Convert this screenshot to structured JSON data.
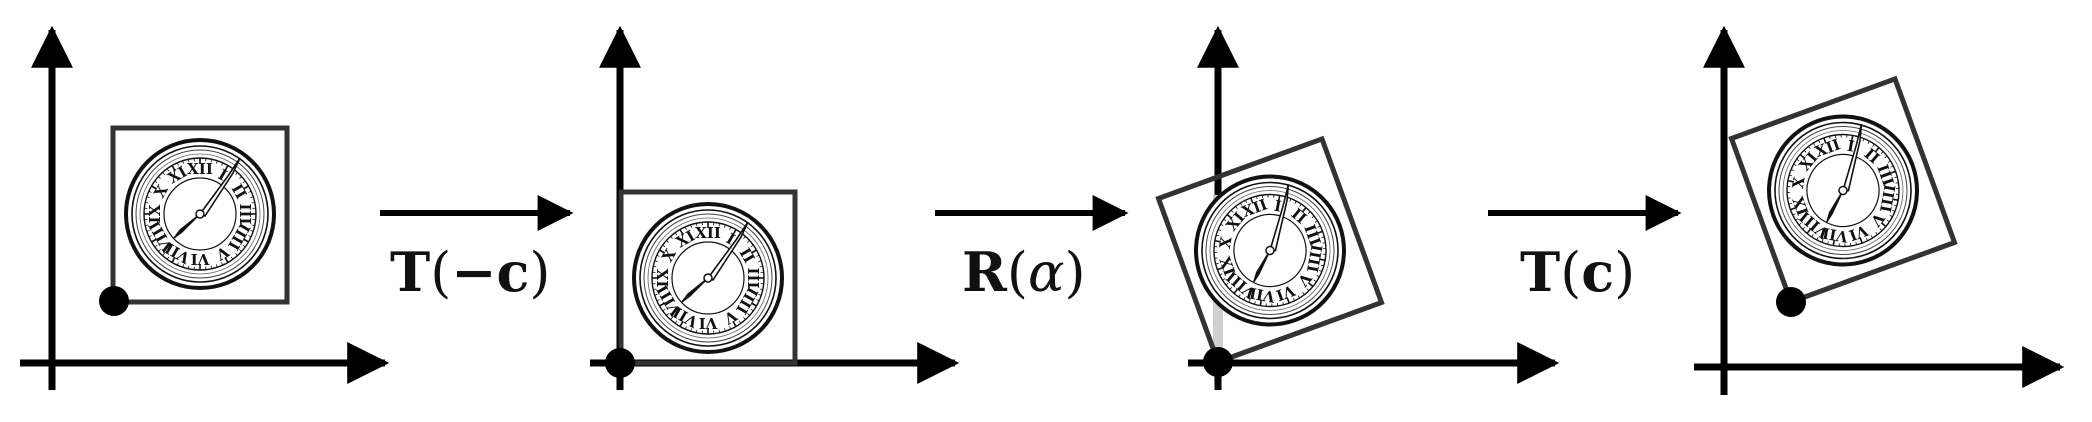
{
  "steps": [
    {
      "label": "T(−c)",
      "label_main": "T",
      "label_open": "(",
      "label_arg": "−c",
      "label_close": ")"
    },
    {
      "label": "R(α)",
      "label_main": "R",
      "label_open": "(",
      "label_arg": "α",
      "label_close": ")"
    },
    {
      "label": "T(c)",
      "label_main": "T",
      "label_open": "(",
      "label_arg": "c",
      "label_close": ")"
    }
  ],
  "clock_numerals": [
    "XII",
    "I",
    "II",
    "III",
    "IIII",
    "V",
    "VI",
    "VII",
    "VIII",
    "IX",
    "X",
    "XI"
  ],
  "icons": {
    "clock": "clock-face-icon",
    "pivot": "filled-dot"
  },
  "colors": {
    "axis": "#000000",
    "frame": "#333333",
    "clock_ink": "#111111",
    "pivot": "#000000",
    "background": "#ffffff"
  }
}
